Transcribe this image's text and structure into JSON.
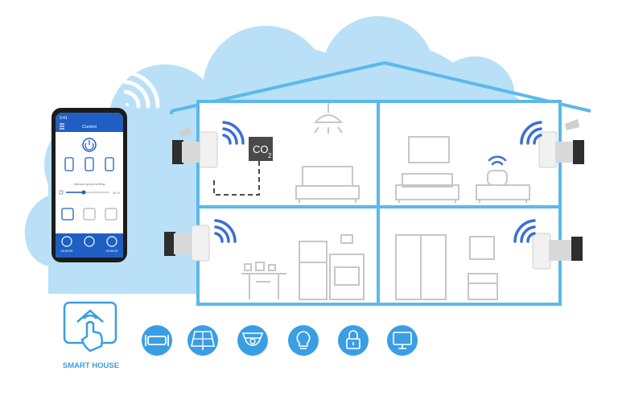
{
  "colors": {
    "cloud": "#b9e0f6",
    "house_line": "#5bb8ec",
    "icon_blue": "#3a9ee4",
    "wifi_blue": "#3b6fd6",
    "furniture": "#c7c7c7",
    "sensor_box": "#4a4a4a",
    "phone_header": "#1f5fc4",
    "phone_bottom": "#1f5fc4"
  },
  "sensor": {
    "co2_label": "CO",
    "co2_subscript": "2"
  },
  "phone": {
    "status_time": "9:41",
    "header_title": "Control",
    "slider_label": "Manual speed setting",
    "slider_value": "35 %",
    "bottom_buttons": [
      {
        "label": "00:00:00",
        "icon": "timer-icon"
      },
      {
        "label": "",
        "icon": "calendar-icon"
      },
      {
        "label": "00:00:00",
        "icon": "fan-icon"
      }
    ]
  },
  "smart_house": {
    "label": "SMART HOUSE",
    "icon": "hand-touch-house-icon"
  },
  "feature_icons": [
    {
      "name": "ventilator-icon"
    },
    {
      "name": "solar-panel-icon"
    },
    {
      "name": "security-camera-icon"
    },
    {
      "name": "light-bulb-icon"
    },
    {
      "name": "lock-icon"
    },
    {
      "name": "monitor-icon"
    }
  ]
}
